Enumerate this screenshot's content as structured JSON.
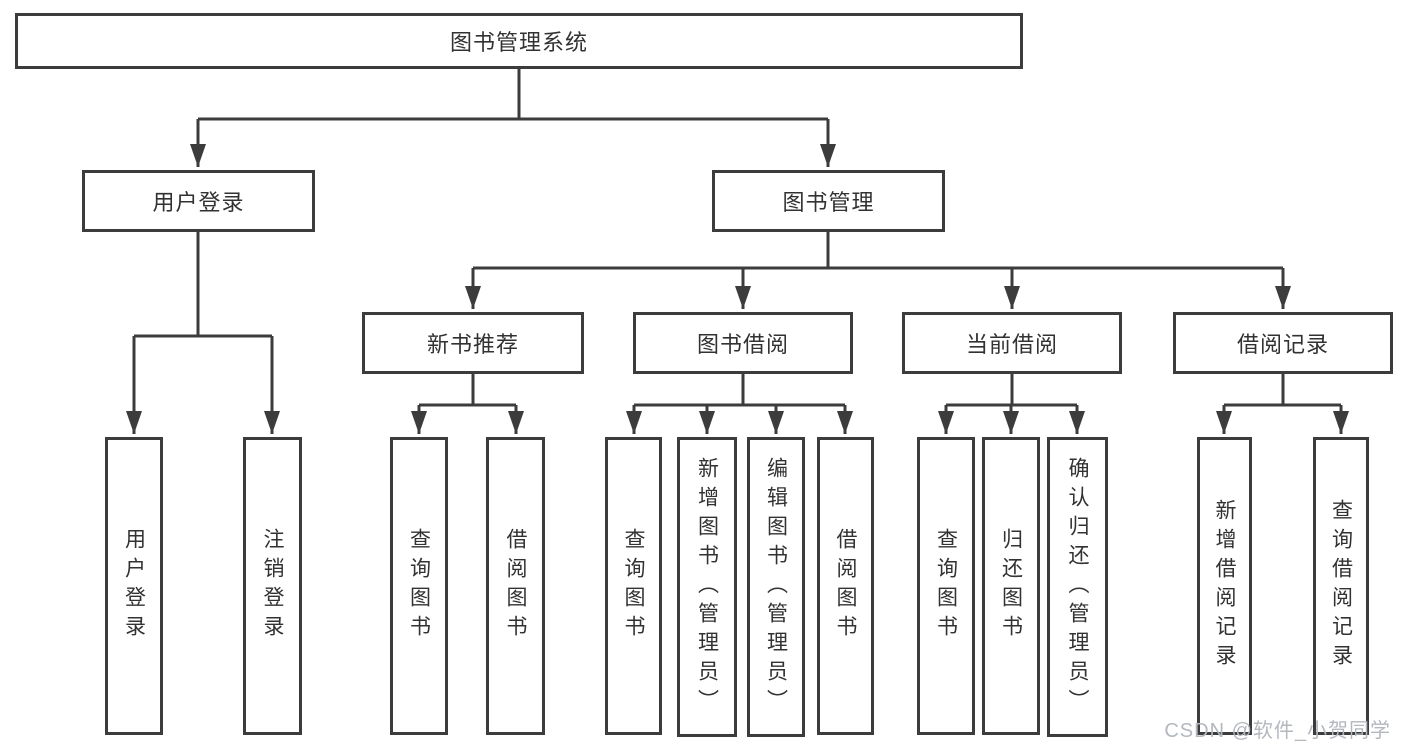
{
  "diagram": {
    "root": {
      "label": "图书管理系统"
    },
    "branches": [
      {
        "label": "用户登录",
        "children": [
          {
            "label": "用户登录"
          },
          {
            "label": "注销登录"
          }
        ]
      },
      {
        "label": "图书管理",
        "children": [
          {
            "label": "新书推荐",
            "children": [
              {
                "label": "查询图书"
              },
              {
                "label": "借阅图书"
              }
            ]
          },
          {
            "label": "图书借阅",
            "children": [
              {
                "label": "查询图书"
              },
              {
                "label": "新增图书（管理员）"
              },
              {
                "label": "编辑图书（管理员）"
              },
              {
                "label": "借阅图书"
              }
            ]
          },
          {
            "label": "当前借阅",
            "children": [
              {
                "label": "查询图书"
              },
              {
                "label": "归还图书"
              },
              {
                "label": "确认归还（管理员）"
              }
            ]
          },
          {
            "label": "借阅记录",
            "children": [
              {
                "label": "新增借阅记录"
              },
              {
                "label": "查询借阅记录"
              }
            ]
          }
        ]
      }
    ]
  },
  "watermark": {
    "text": "CSDN @软件_小贺同学"
  },
  "colors": {
    "line": "#3c3c3c",
    "text": "#323232",
    "watermark": "#b3b8bf",
    "background": "#ffffff"
  }
}
